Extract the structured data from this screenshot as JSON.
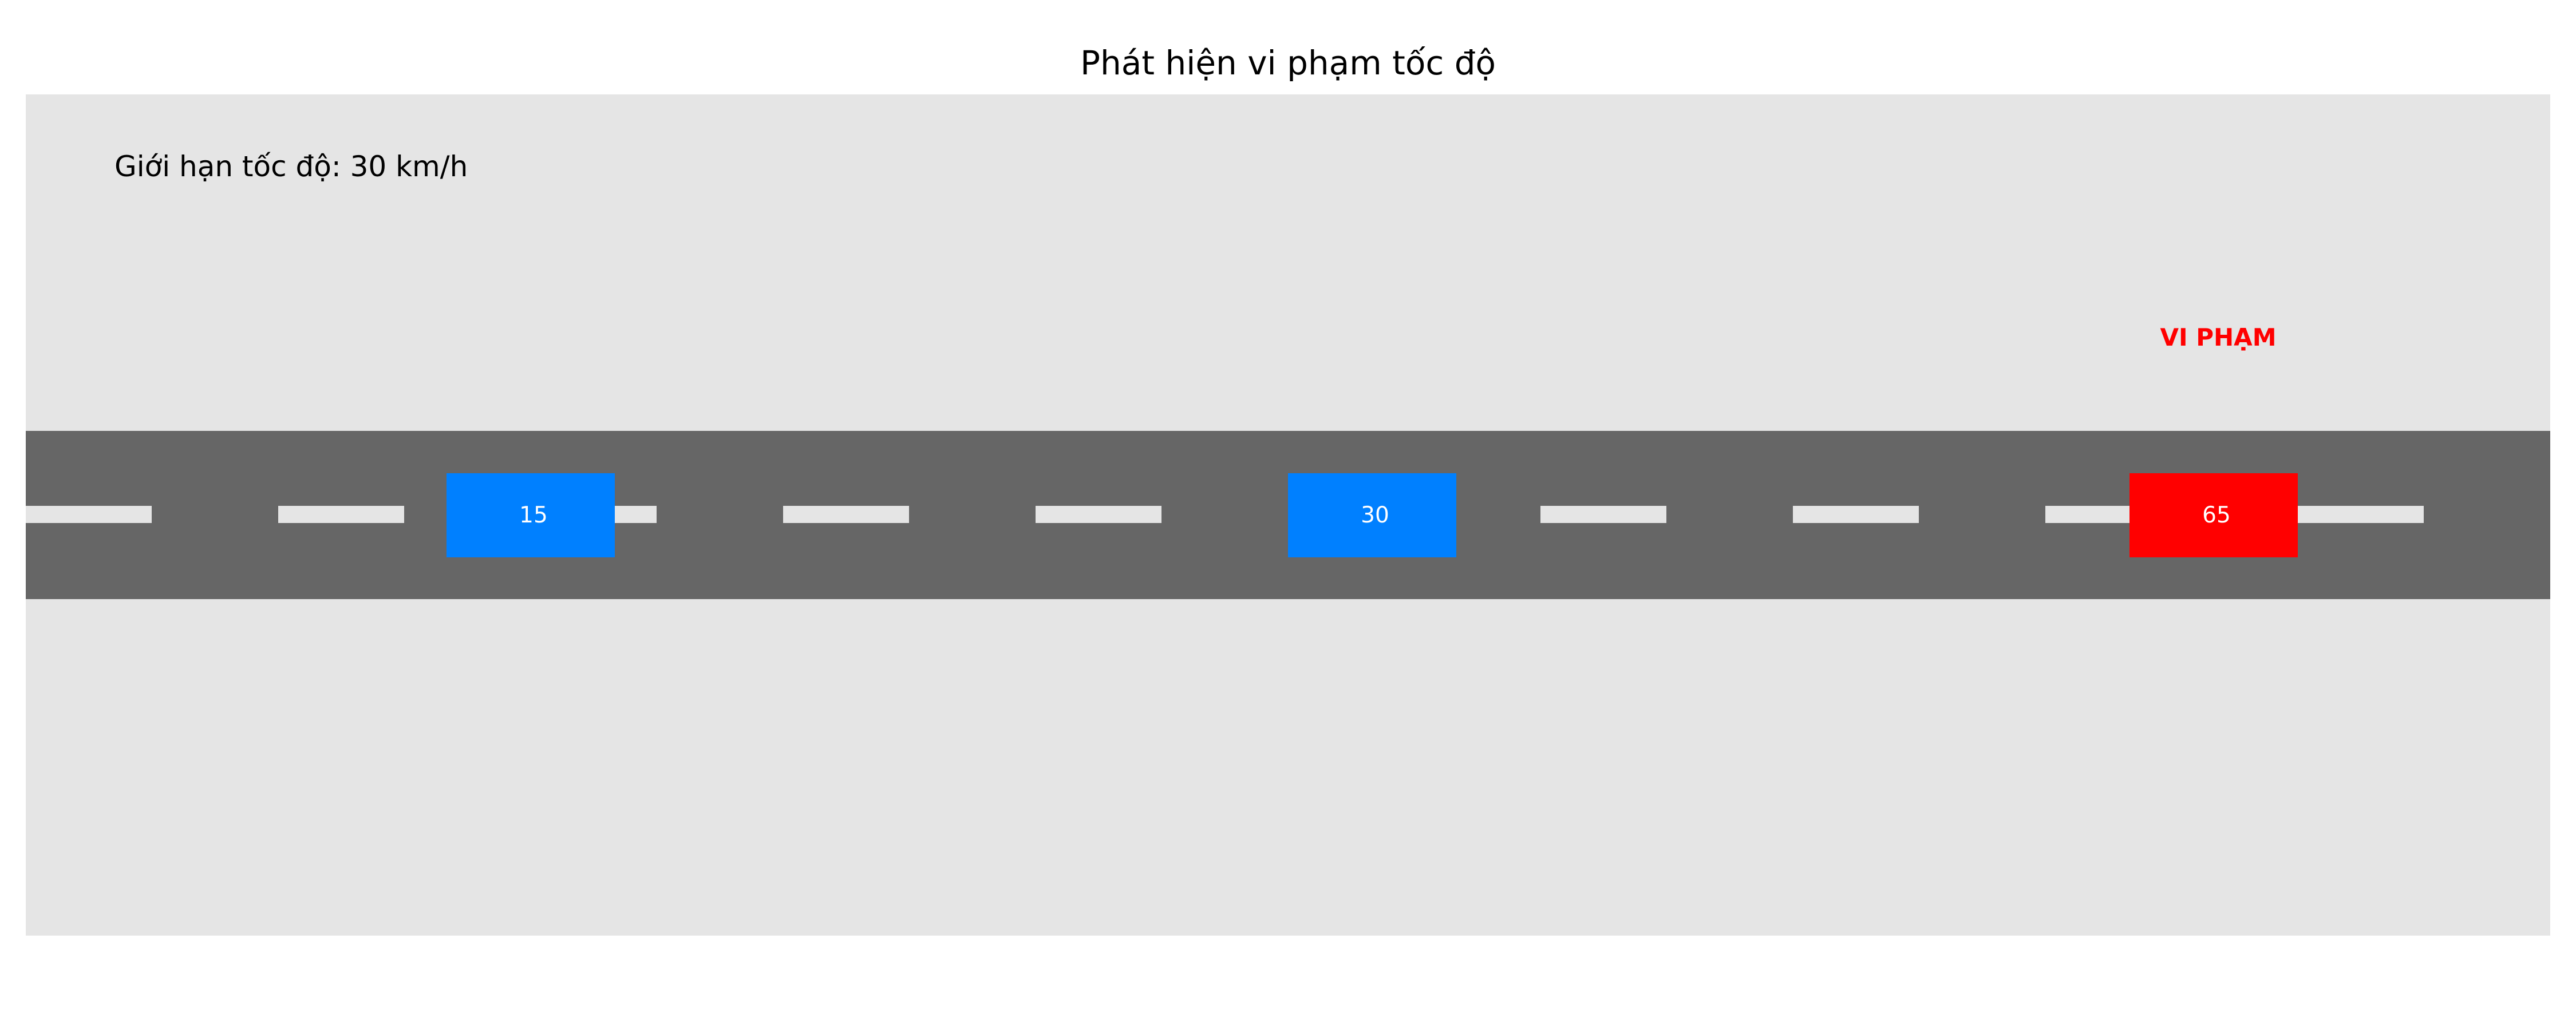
{
  "title": "Phát hiện vi phạm tốc độ",
  "speed_limit_label": "Giới hạn tốc độ: 30 km/h",
  "speed_limit": 30,
  "colors": {
    "background": "#e5e5e5",
    "road": "#666666",
    "lane_marking": "#e5e5e5",
    "vehicle_ok": "#0080ff",
    "vehicle_violation": "#ff0000",
    "vehicle_text": "#ffffff",
    "violation_text": "#ff0000"
  },
  "vehicles": [
    {
      "speed": "15",
      "status": "ok"
    },
    {
      "speed": "30",
      "status": "ok"
    },
    {
      "speed": "65",
      "status": "violation",
      "tag": "VI PHẠM"
    }
  ]
}
